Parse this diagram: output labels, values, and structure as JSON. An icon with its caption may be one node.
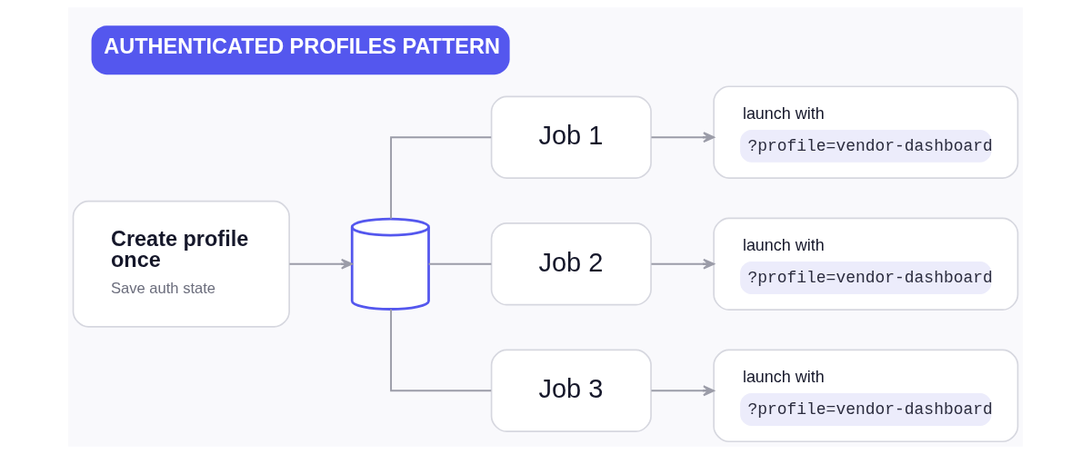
{
  "diagram": {
    "title": "AUTHENTICATED PROFILES PATTERN",
    "nodes": [
      {
        "text": [
          "Create profile once",
          "Save auth state"
        ]
      },
      {
        "text": [],
        "shape": "cylinder"
      },
      {
        "text": [
          "Job 1"
        ]
      },
      {
        "text": [
          "launch with",
          "?profile=vendor-dashboard"
        ]
      },
      {
        "text": [
          "Job 2"
        ]
      },
      {
        "text": [
          "launch with",
          "?profile=vendor-dashboard"
        ]
      },
      {
        "text": [
          "Job 3"
        ]
      },
      {
        "text": [
          "launch with",
          "?profile=vendor-dashboard"
        ]
      }
    ],
    "edges": [
      {
        "from": 0,
        "to": 1,
        "arrow": "to"
      },
      {
        "from": 1,
        "to": 2,
        "arrow": "none"
      },
      {
        "from": 1,
        "to": 4,
        "arrow": "none"
      },
      {
        "from": 1,
        "to": 6,
        "arrow": "none"
      },
      {
        "from": 2,
        "to": 3,
        "arrow": "to"
      },
      {
        "from": 4,
        "to": 5,
        "arrow": "to"
      },
      {
        "from": 6,
        "to": 7,
        "arrow": "to"
      }
    ]
  }
}
